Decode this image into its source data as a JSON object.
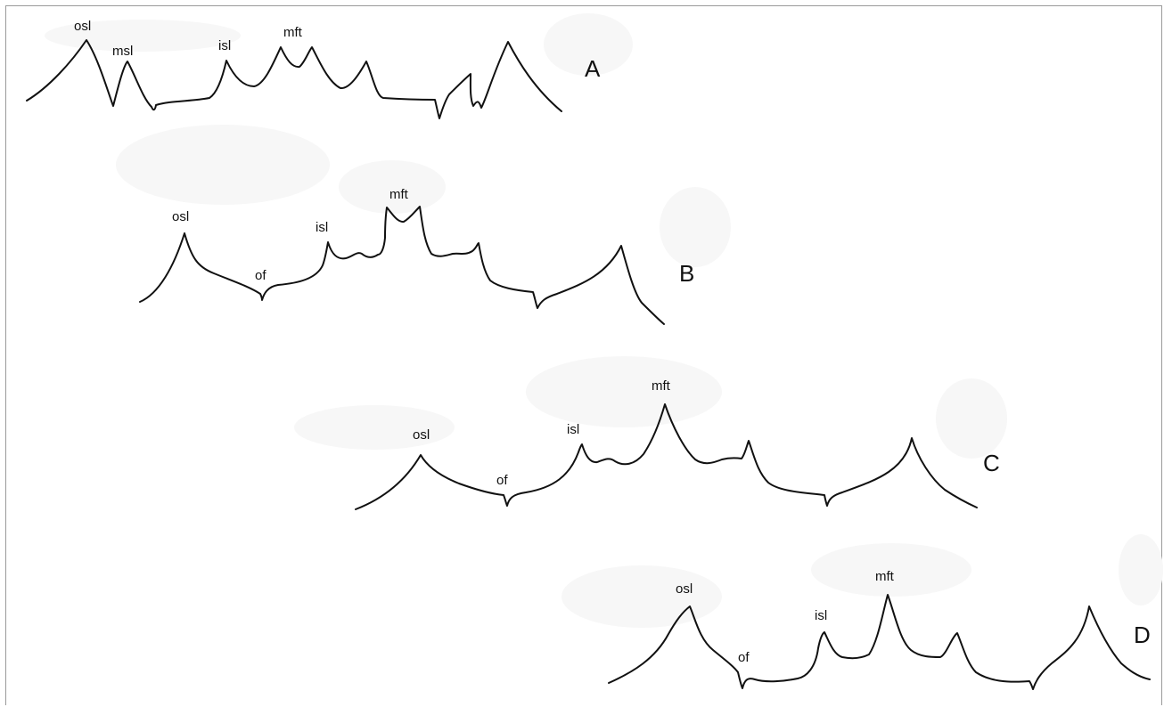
{
  "figure": {
    "panels": [
      {
        "id": "A",
        "letter": "A",
        "labels": {
          "osl": "osl",
          "msl": "msl",
          "isl": "isl",
          "mft": "mft"
        }
      },
      {
        "id": "B",
        "letter": "B",
        "labels": {
          "osl": "osl",
          "of": "of",
          "isl": "isl",
          "mft": "mft"
        }
      },
      {
        "id": "C",
        "letter": "C",
        "labels": {
          "osl": "osl",
          "of": "of",
          "isl": "isl",
          "mft": "mft"
        }
      },
      {
        "id": "D",
        "letter": "D",
        "labels": {
          "osl": "osl",
          "of": "of",
          "isl": "isl",
          "mft": "mft"
        }
      }
    ]
  }
}
